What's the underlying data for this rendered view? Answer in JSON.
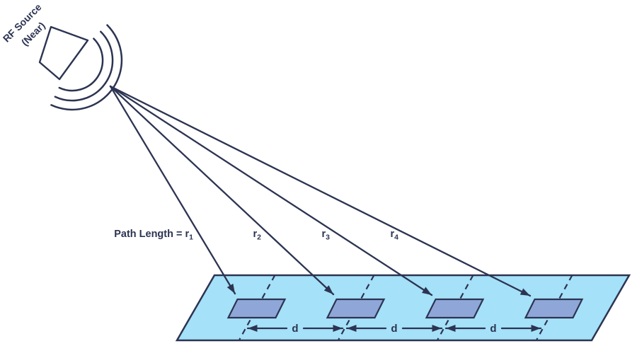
{
  "source": {
    "label_line1": "RF Source",
    "label_line2": "(Near)"
  },
  "rays": [
    {
      "label_prefix": "Path Length = r",
      "subscript": "1"
    },
    {
      "label_prefix": "r",
      "subscript": "2"
    },
    {
      "label_prefix": "r",
      "subscript": "3"
    },
    {
      "label_prefix": "r",
      "subscript": "4"
    }
  ],
  "spacing": {
    "label": "d"
  },
  "array": {
    "element_count": 4
  },
  "colors": {
    "line": "#2C3452",
    "plane_fill": "#A5E1F8",
    "element_fill": "#8FA7D8",
    "background": "#FFFFFF"
  }
}
